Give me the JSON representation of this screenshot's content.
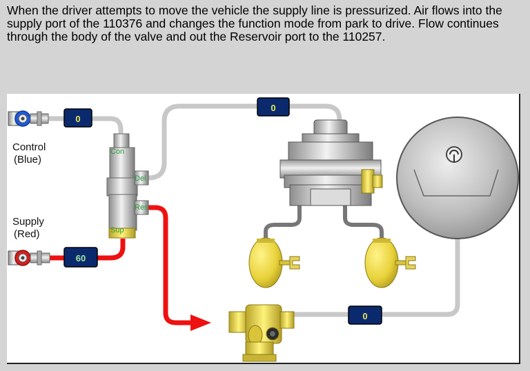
{
  "caption": "When the driver attempts to move the vehicle the supply line is pressurized. Air flows into the supply port of the 110376 and changes the function mode from park to drive. Flow continues through the body of the valve and out the Reservoir port to the 110257.",
  "labels": {
    "control_line1": "Control",
    "control_line2": "(Blue)",
    "supply_line1": "Supply",
    "supply_line2": "(Red)"
  },
  "ports": {
    "con": "Con",
    "del": "Del",
    "res": "Res",
    "sup": "Sup"
  },
  "gauges": {
    "control": "0",
    "delivery": "0",
    "supply": "60",
    "reservoir": "0"
  },
  "colors": {
    "supply_line": "#ee1111",
    "idle_line": "#c8c8c8",
    "gauge_bg": "#0b2a6e",
    "gauge_text": "#e6e65a",
    "gauge_text_active": "#9fe8a0",
    "brass": "#e6d35a",
    "port_label": "#2c9a3c",
    "control_coupler": "#1e5bd8",
    "supply_coupler": "#d81e1e"
  },
  "icons": {
    "control_coupler": "gladhand-coupler-icon",
    "supply_coupler": "gladhand-coupler-icon",
    "flow_arrow": "arrow-right-icon"
  }
}
